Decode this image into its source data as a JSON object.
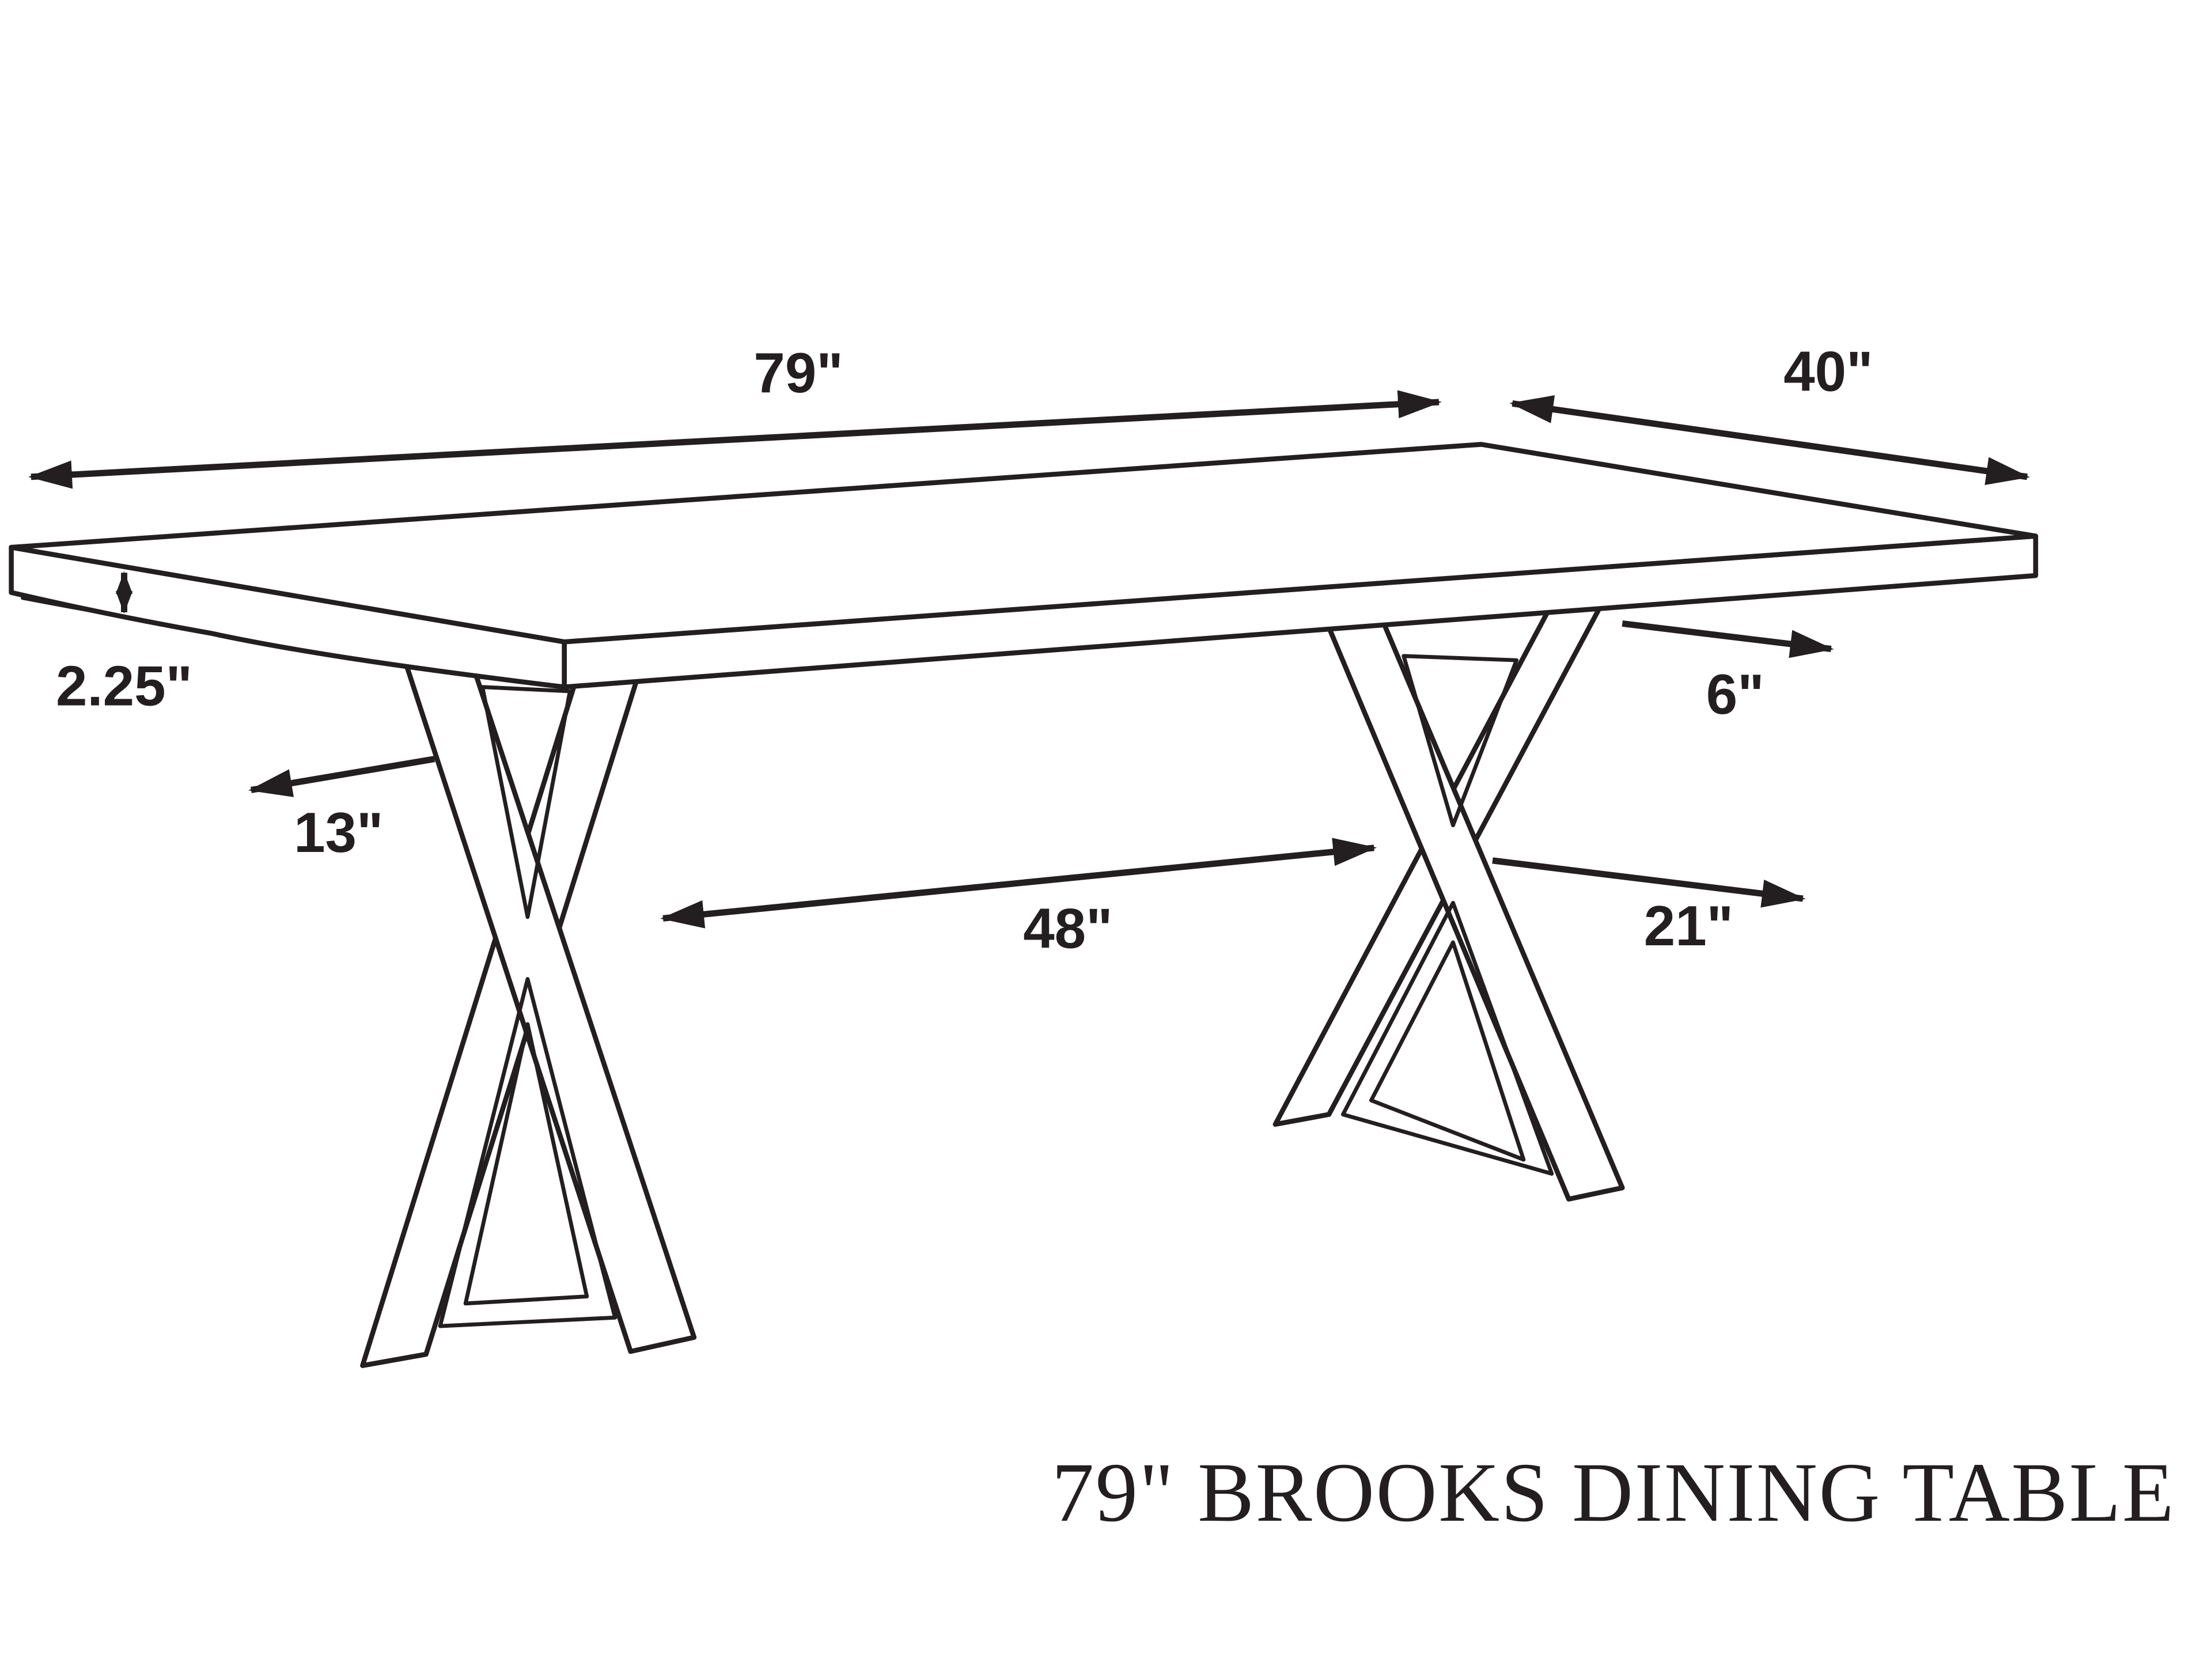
{
  "title": "79\" BROOKS DINING TABLE",
  "diagram": {
    "subject": "dining-table-dimension-drawing",
    "dimensions": {
      "table_length": "79\"",
      "table_width": "40\"",
      "top_thickness": "2.25\"",
      "end_overhang": "13\"",
      "leg_top_width": "6\"",
      "between_legs": "48\"",
      "leg_base_width": "21\""
    },
    "colors": {
      "line_color": "#231f20",
      "background": "#ffffff"
    }
  }
}
